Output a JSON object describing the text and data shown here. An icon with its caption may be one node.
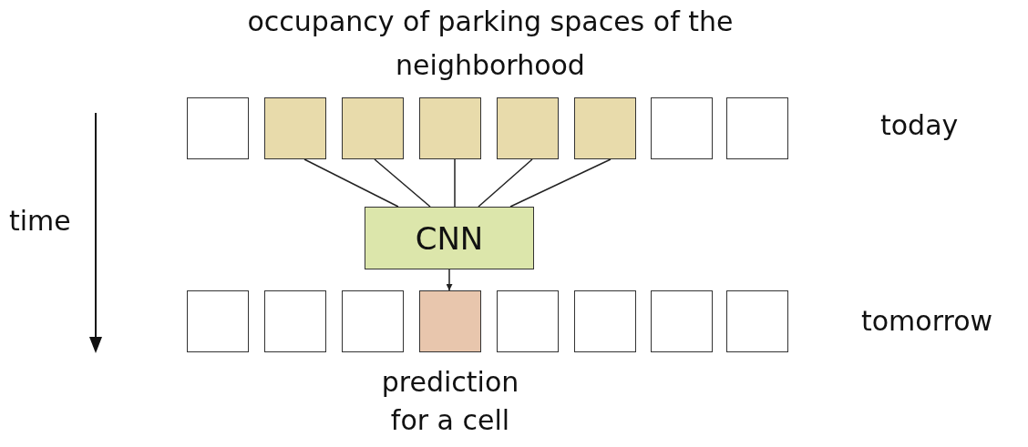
{
  "diagram": {
    "nodes": [
      {
        "text": [],
        "shape": "box"
      },
      {
        "text": [],
        "shape": "box"
      },
      {
        "text": [],
        "shape": "box"
      },
      {
        "text": [],
        "shape": "box"
      },
      {
        "text": [],
        "shape": "box"
      },
      {
        "text": [],
        "shape": "box"
      },
      {
        "text": [],
        "shape": "box"
      },
      {
        "text": [],
        "shape": "box"
      },
      {
        "text": [
          "CNN"
        ]
      },
      {
        "text": [],
        "shape": "box"
      },
      {
        "text": [],
        "shape": "box"
      },
      {
        "text": [],
        "shape": "box"
      },
      {
        "text": [],
        "shape": "box",
        "beside": [
          "prediction for a cell"
        ]
      },
      {
        "text": [],
        "shape": "box"
      },
      {
        "text": [],
        "shape": "box"
      },
      {
        "text": [],
        "shape": "box"
      },
      {
        "text": [],
        "shape": "box"
      }
    ],
    "edges": [
      {
        "from": 1,
        "to": 8,
        "arrow": "none"
      },
      {
        "from": 2,
        "to": 8,
        "arrow": "none"
      },
      {
        "from": 3,
        "to": 8,
        "arrow": "none"
      },
      {
        "from": 4,
        "to": 8,
        "arrow": "none"
      },
      {
        "from": 5,
        "to": 8,
        "arrow": "none"
      },
      {
        "from": 8,
        "to": 12,
        "arrow": "to"
      }
    ],
    "labels": [
      "occupancy of parking spaces of the neighborhood",
      "today",
      "time",
      "tomorrow"
    ]
  }
}
